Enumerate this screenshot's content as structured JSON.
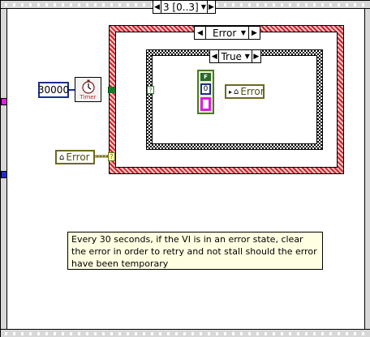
{
  "diagram": {
    "sequence_selector": {
      "value": "3 [0..3]"
    },
    "error_case_selector": {
      "value": "Error"
    },
    "true_case_selector": {
      "value": "True"
    },
    "timeout_constant": {
      "value": "30000"
    },
    "timer_node": {
      "label": "Timer"
    },
    "error_local_read": {
      "label": "Error"
    },
    "error_local_write": {
      "label": "Error"
    },
    "cluster_constant": {
      "status": "F",
      "code": "0"
    },
    "comment": {
      "text": "Every 30 seconds, if the VI is in an error state, clear the error in order to retry and not stall should the error have been temporary"
    }
  },
  "colors": {
    "numeric_wire": "#1b2f8f",
    "error_case_border": "#c8252b",
    "local_var": "#6b6b1e",
    "cluster": "#4b7a1e",
    "string": "#e11be1",
    "boolean_wire": "#2a7a2a",
    "comment_bg": "#ffffe1"
  },
  "icons": {
    "timer": "stopwatch-icon",
    "local_var": "house-icon",
    "selector_left": "triangle-left-icon",
    "selector_right": "triangle-right-icon",
    "selector_drop": "triangle-down-icon"
  }
}
